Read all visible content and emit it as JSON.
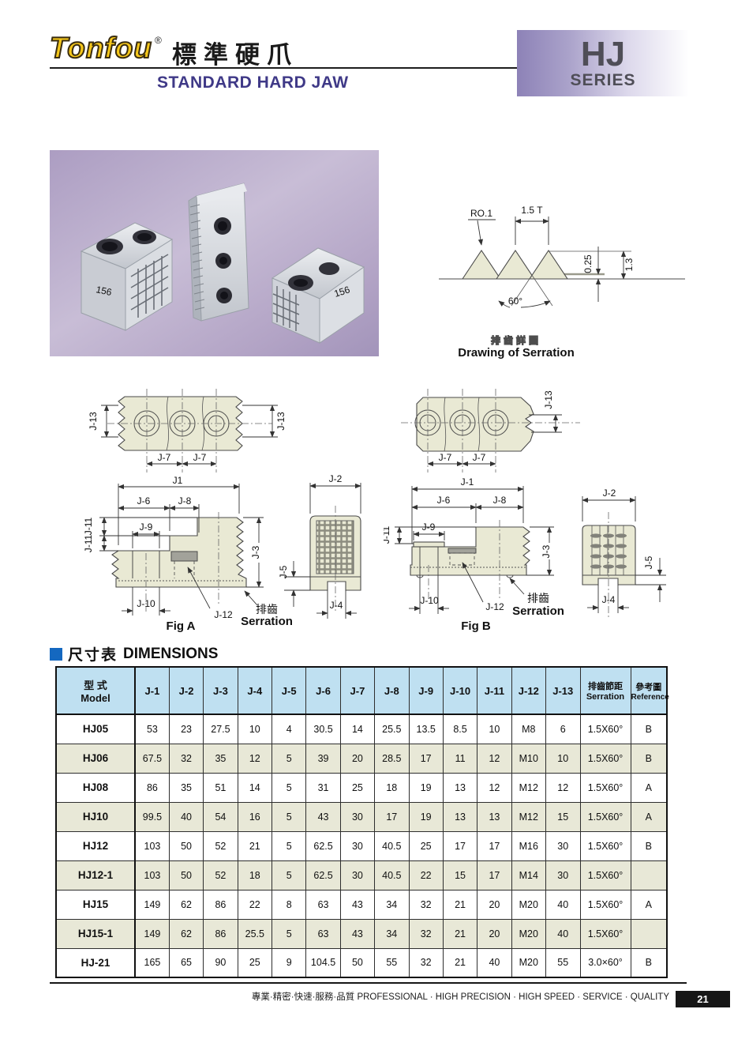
{
  "header": {
    "brand": "Tonfou",
    "registered": "®",
    "title_zh": "標準硬爪",
    "title_en": "STANDARD HARD JAW",
    "series_code": "HJ",
    "series_word": "SERIES"
  },
  "photo": {
    "etch_number": "156"
  },
  "serration": {
    "r_label": "RO.1",
    "pitch_label": "1.5 T",
    "root_label": "0.25",
    "height_label": "1.3",
    "angle_label": "60°",
    "caption_zh": "排齒詳圖",
    "caption_en": "Drawing of Serration"
  },
  "drawings": {
    "dim": {
      "j1a": "J1",
      "j1": "J-1",
      "j2": "J-2",
      "j3": "J-3",
      "j4": "J-4",
      "j5": "J-5",
      "j6": "J-6",
      "j7": "J-7",
      "j8": "J-8",
      "j9": "J-9",
      "j10": "J-10",
      "j11": "J-11",
      "j12": "J-12",
      "j13": "J-13"
    },
    "serration_zh": "排齒",
    "serration_en": "Serration",
    "figA": "Fig A",
    "figB": "Fig B"
  },
  "dimensions_heading": {
    "zh": "尺寸表",
    "en": "DIMENSIONS"
  },
  "table": {
    "model_zh": "型 式",
    "model_en": "Model",
    "columns": [
      "J-1",
      "J-2",
      "J-3",
      "J-4",
      "J-5",
      "J-6",
      "J-7",
      "J-8",
      "J-9",
      "J-10",
      "J-11",
      "J-12",
      "J-13"
    ],
    "serration_zh": "排齒節距",
    "serration_en": "Serration",
    "reference_zh": "參考圖",
    "reference_en": "Reference",
    "rows": [
      {
        "model": "HJ05",
        "values": [
          "53",
          "23",
          "27.5",
          "10",
          "4",
          "30.5",
          "14",
          "25.5",
          "13.5",
          "8.5",
          "10",
          "M8",
          "6"
        ],
        "serration": "1.5X60°",
        "reference": "B"
      },
      {
        "model": "HJ06",
        "values": [
          "67.5",
          "32",
          "35",
          "12",
          "5",
          "39",
          "20",
          "28.5",
          "17",
          "11",
          "12",
          "M10",
          "10"
        ],
        "serration": "1.5X60°",
        "reference": "B"
      },
      {
        "model": "HJ08",
        "values": [
          "86",
          "35",
          "51",
          "14",
          "5",
          "31",
          "25",
          "18",
          "19",
          "13",
          "12",
          "M12",
          "12"
        ],
        "serration": "1.5X60°",
        "reference": "A"
      },
      {
        "model": "HJ10",
        "values": [
          "99.5",
          "40",
          "54",
          "16",
          "5",
          "43",
          "30",
          "17",
          "19",
          "13",
          "13",
          "M12",
          "15"
        ],
        "serration": "1.5X60°",
        "reference": "A"
      },
      {
        "model": "HJ12",
        "values": [
          "103",
          "50",
          "52",
          "21",
          "5",
          "62.5",
          "30",
          "40.5",
          "25",
          "17",
          "17",
          "M16",
          "30"
        ],
        "serration": "1.5X60°",
        "reference": "B"
      },
      {
        "model": "HJ12-1",
        "values": [
          "103",
          "50",
          "52",
          "18",
          "5",
          "62.5",
          "30",
          "40.5",
          "22",
          "15",
          "17",
          "M14",
          "30"
        ],
        "serration": "1.5X60°",
        "reference": ""
      },
      {
        "model": "HJ15",
        "values": [
          "149",
          "62",
          "86",
          "22",
          "8",
          "63",
          "43",
          "34",
          "32",
          "21",
          "20",
          "M20",
          "40"
        ],
        "serration": "1.5X60°",
        "reference": "A"
      },
      {
        "model": "HJ15-1",
        "values": [
          "149",
          "62",
          "86",
          "25.5",
          "5",
          "63",
          "43",
          "34",
          "32",
          "21",
          "20",
          "M20",
          "40"
        ],
        "serration": "1.5X60°",
        "reference": ""
      },
      {
        "model": "HJ-21",
        "values": [
          "165",
          "65",
          "90",
          "25",
          "9",
          "104.5",
          "50",
          "55",
          "32",
          "21",
          "40",
          "M20",
          "55"
        ],
        "serration": "3.0×60°",
        "reference": "B"
      }
    ]
  },
  "footer": {
    "slogan_zh": "專業·精密·快速·服務·品質",
    "slogan_en": "PROFESSIONAL · HIGH PRECISION · HIGH SPEED · SERVICE · QUALITY",
    "page_number": "21"
  },
  "colors": {
    "accent_blue": "#1468c0",
    "title_purple": "#3f3987",
    "logo_yellow": "#f5c71a",
    "table_header_bg": "#bfe0f1",
    "table_alt_row_bg": "#e8e8d7",
    "series_gradient": "#8d82b7",
    "photo_background": "#b3a4c6",
    "drawing_fill": "#e9e9d4"
  }
}
